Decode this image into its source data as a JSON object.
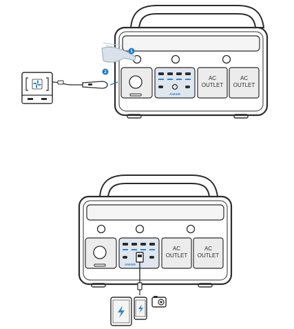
{
  "figures": [
    {
      "outlets": [
        {
          "line1": "AC",
          "line2": "OUTLET"
        },
        {
          "line1": "AC",
          "line2": "OUTLET"
        }
      ],
      "brand": "ANKER",
      "steps": [
        "1",
        "2"
      ]
    },
    {
      "outlets": [
        {
          "line1": "AC",
          "line2": "OUTLET"
        },
        {
          "line1": "AC",
          "line2": "OUTLET"
        }
      ],
      "brand": "ANKER"
    }
  ],
  "colors": {
    "outline": "#2b2b2b",
    "panel_fill": "#ececec",
    "usb_panel_fill": "#dfe6ee",
    "accent_blue": "#2e86c8",
    "highlight_blue": "#1a7bc4",
    "hand_fill": "#d9e2ea"
  },
  "icons": [
    "power-button-icon",
    "usb-port-icon",
    "fan-icon",
    "lightning-icon",
    "camera-icon",
    "hand-icon"
  ]
}
